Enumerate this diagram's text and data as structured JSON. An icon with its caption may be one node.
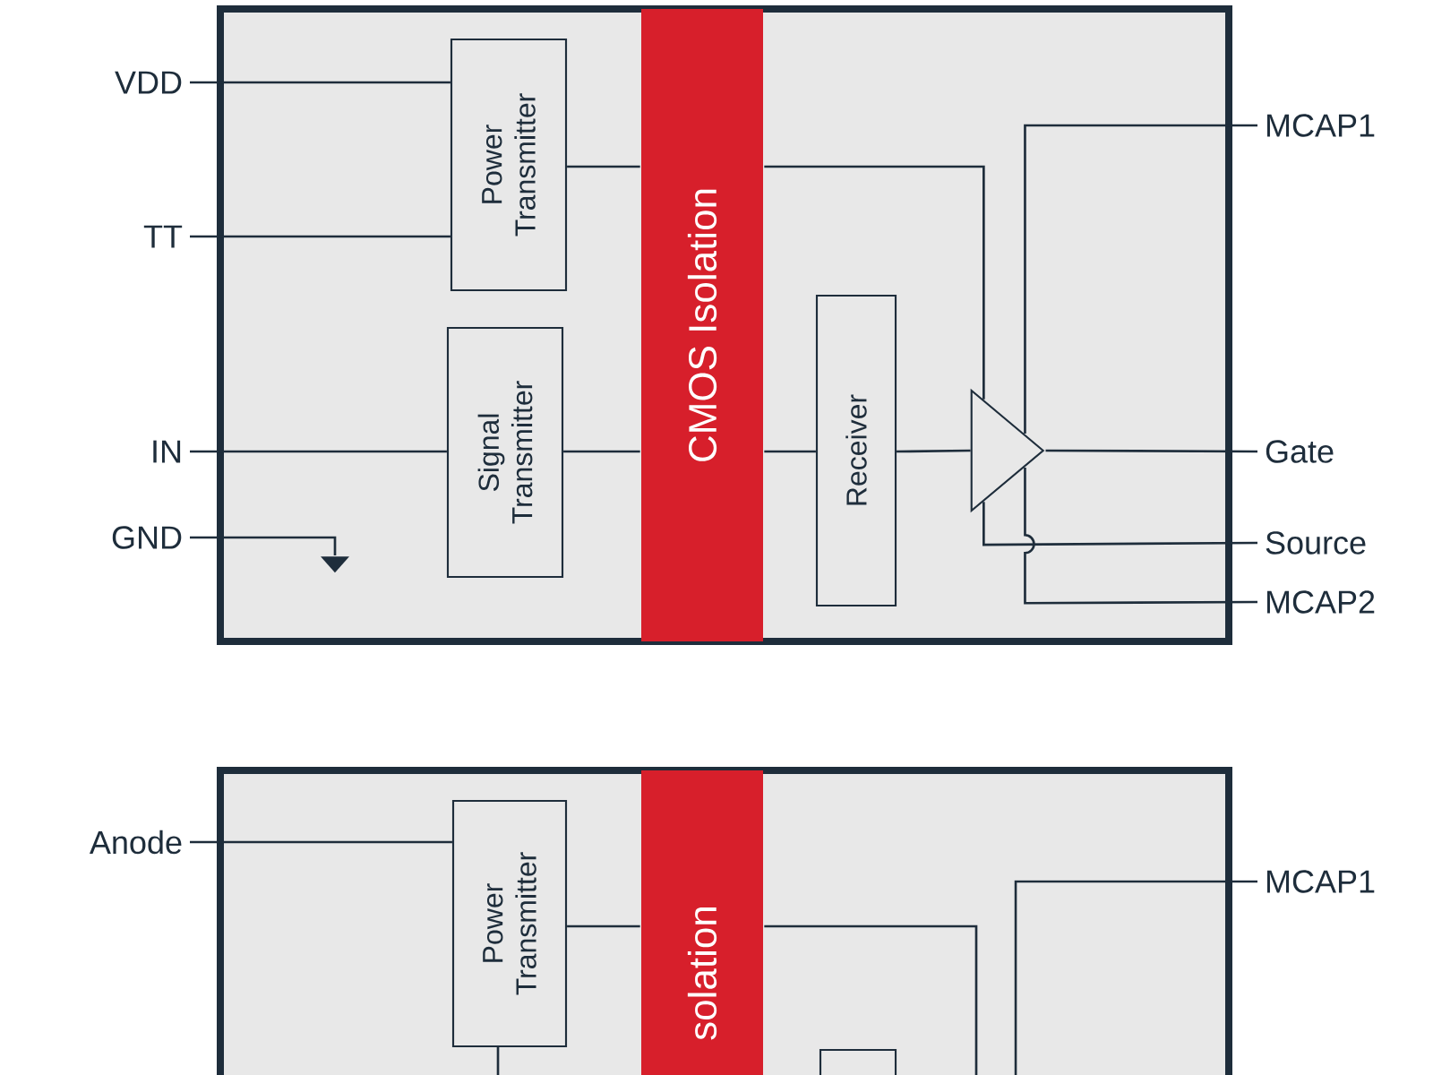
{
  "diagram": {
    "nodes": [
      {
        "text": [],
        "shape": "box"
      },
      {
        "text": [
          "Power Transmitter"
        ],
        "in": 0
      },
      {
        "text": [
          "Signal Transmitter"
        ],
        "in": 0
      },
      {
        "text": [
          "CMOS Isolation"
        ],
        "in": 0
      },
      {
        "text": [
          "Receiver"
        ],
        "in": 0
      },
      {
        "text": [],
        "shape": "triangle",
        "in": 0
      },
      {
        "text": [],
        "shape": "ground",
        "in": 0
      },
      {
        "text": [
          "VDD"
        ]
      },
      {
        "text": [
          "TT"
        ]
      },
      {
        "text": [
          "IN"
        ]
      },
      {
        "text": [
          "GND"
        ]
      },
      {
        "text": [
          "MCAP1"
        ]
      },
      {
        "text": [
          "Gate"
        ]
      },
      {
        "text": [
          "Source"
        ]
      },
      {
        "text": [
          "MCAP2"
        ]
      },
      {
        "text": [],
        "shape": "box"
      },
      {
        "text": [
          "Power Transmitter"
        ],
        "in": 15
      },
      {
        "text": [
          "solation"
        ],
        "in": 15
      },
      {
        "text": [],
        "shape": "box",
        "in": 15
      },
      {
        "text": [
          "Anode"
        ]
      },
      {
        "text": [
          "MCAP1"
        ]
      }
    ],
    "edges": [
      {
        "from": 7,
        "to": 1,
        "arrow": "none"
      },
      {
        "from": 8,
        "to": 1,
        "arrow": "none"
      },
      {
        "from": 9,
        "to": 2,
        "arrow": "none"
      },
      {
        "from": 2,
        "to": 3,
        "arrow": "none"
      },
      {
        "from": 3,
        "to": 4,
        "arrow": "none"
      },
      {
        "from": 4,
        "to": 5,
        "arrow": "none"
      },
      {
        "from": 5,
        "to": 12,
        "arrow": "none"
      },
      {
        "from": 1,
        "to": 3,
        "arrow": "none"
      },
      {
        "from": 3,
        "to": 5,
        "arrow": "none"
      },
      {
        "from": 5,
        "to": 13,
        "arrow": "none"
      },
      {
        "from": 11,
        "to": 5,
        "arrow": "none"
      },
      {
        "from": 5,
        "to": 14,
        "arrow": "none"
      },
      {
        "from": 10,
        "to": 6,
        "arrow": "none"
      },
      {
        "from": 19,
        "to": 16,
        "arrow": "none"
      },
      {
        "from": 16,
        "to": 17,
        "arrow": "none"
      },
      {
        "from": 17,
        "to": null,
        "arrow": "none"
      },
      {
        "from": 20,
        "to": 15,
        "arrow": "none"
      },
      {
        "from": 16,
        "to": null,
        "arrow": "none"
      }
    ]
  }
}
